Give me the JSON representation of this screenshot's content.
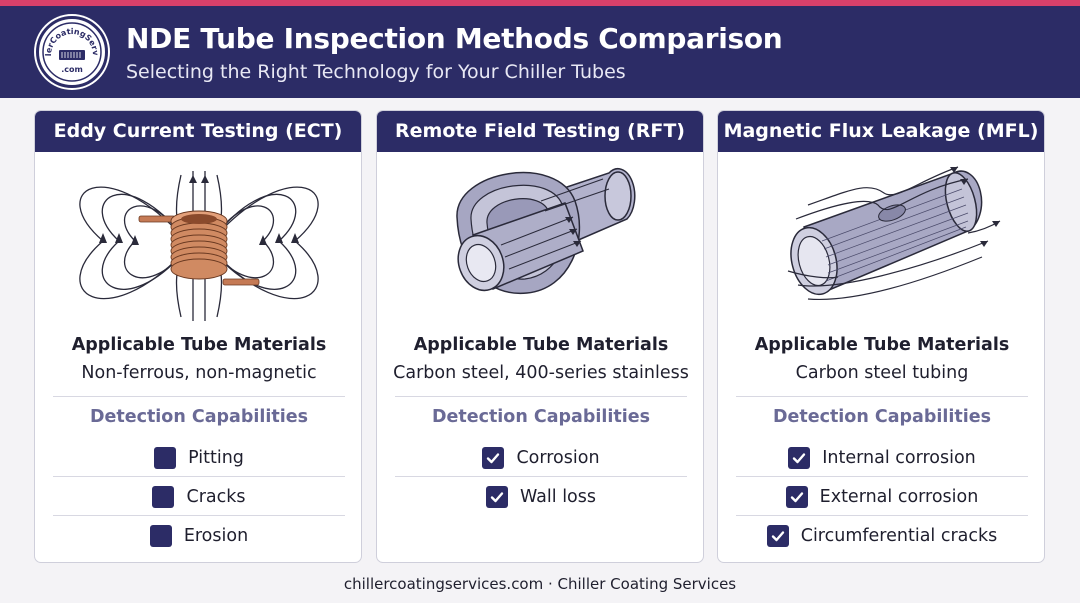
{
  "header": {
    "logo_text": "ChillerCoatingServices",
    "logo_suffix": ".com",
    "title": "NDE Tube Inspection Methods Comparison",
    "subtitle": "Selecting the Right Technology for Your Chiller Tubes"
  },
  "cards": [
    {
      "title": "Eddy Current Testing (ECT)",
      "illustration": "coil-magnetic-field",
      "materials_label": "Applicable Tube Materials",
      "materials": "Non-ferrous, non-magnetic",
      "detection_label": "Detection Capabilities",
      "capabilities": [
        {
          "label": "Pitting",
          "checked": false
        },
        {
          "label": "Cracks",
          "checked": false
        },
        {
          "label": "Erosion",
          "checked": false
        }
      ]
    },
    {
      "title": "Remote Field Testing (RFT)",
      "illustration": "tube-with-flange",
      "materials_label": "Applicable Tube Materials",
      "materials": "Carbon steel, 400-series stainless",
      "detection_label": "Detection Capabilities",
      "capabilities": [
        {
          "label": "Corrosion",
          "checked": true
        },
        {
          "label": "Wall loss",
          "checked": true
        }
      ]
    },
    {
      "title": "Magnetic Flux Leakage (MFL)",
      "illustration": "tube-flux-lines",
      "materials_label": "Applicable Tube Materials",
      "materials": "Carbon steel tubing",
      "detection_label": "Detection Capabilities",
      "capabilities": [
        {
          "label": "Internal corrosion",
          "checked": true
        },
        {
          "label": "External corrosion",
          "checked": true
        },
        {
          "label": "Circumferential cracks",
          "checked": true
        }
      ]
    }
  ],
  "footer": "chillercoatingservices.com · Chiller Coating Services",
  "colors": {
    "navy": "#2c2c66",
    "accent": "#d8406a",
    "muted": "#6a6a96",
    "copper": "#c57a55"
  }
}
